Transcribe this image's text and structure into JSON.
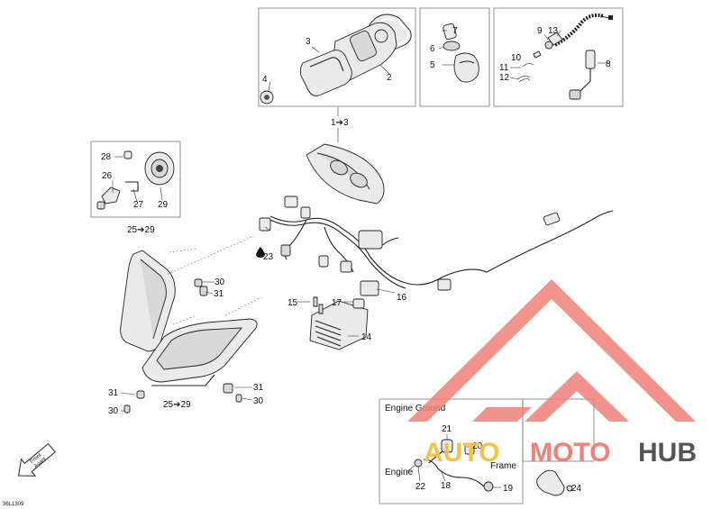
{
  "callouts": [
    {
      "id": "c1",
      "text": "1"
    },
    {
      "id": "c2",
      "text": "2"
    },
    {
      "id": "c3",
      "text": "3"
    },
    {
      "id": "c4",
      "text": "4"
    },
    {
      "id": "c5",
      "text": "5"
    },
    {
      "id": "c6",
      "text": "6"
    },
    {
      "id": "c7",
      "text": "7"
    },
    {
      "id": "c8",
      "text": "8"
    },
    {
      "id": "c9",
      "text": "9"
    },
    {
      "id": "c10",
      "text": "10"
    },
    {
      "id": "c11",
      "text": "11"
    },
    {
      "id": "c12",
      "text": "12"
    },
    {
      "id": "c13",
      "text": "13"
    },
    {
      "id": "c14",
      "text": "14"
    },
    {
      "id": "c15",
      "text": "15"
    },
    {
      "id": "c16",
      "text": "16"
    },
    {
      "id": "c17",
      "text": "17"
    },
    {
      "id": "c18",
      "text": "18"
    },
    {
      "id": "c19",
      "text": "19"
    },
    {
      "id": "c20",
      "text": "20"
    },
    {
      "id": "c21",
      "text": "21"
    },
    {
      "id": "c22",
      "text": "22"
    },
    {
      "id": "c23",
      "text": "23"
    },
    {
      "id": "c24",
      "text": "24"
    },
    {
      "id": "c26",
      "text": "26"
    },
    {
      "id": "c27",
      "text": "27"
    },
    {
      "id": "c28",
      "text": "28"
    },
    {
      "id": "c29",
      "text": "29"
    },
    {
      "id": "c30a",
      "text": "30"
    },
    {
      "id": "c31a",
      "text": "31"
    },
    {
      "id": "c31b",
      "text": "31"
    },
    {
      "id": "c31c",
      "text": "31"
    },
    {
      "id": "c30b",
      "text": "30"
    },
    {
      "id": "c30c",
      "text": "30"
    }
  ],
  "ranges": {
    "r13": "1➔3",
    "r2529a": "25➔29",
    "r2529b": "25➔29"
  },
  "engine_ground": {
    "title": "Engine Ground",
    "engine": "Engine",
    "frame": "Frame"
  },
  "front_arrow": {
    "line1": "Front",
    "line2": "Avant"
  },
  "code": "36L1309",
  "watermark": {
    "part1": "AUTO",
    "part2": "MOTO",
    "part3": "HUB",
    "colors": {
      "logo": "#f08078",
      "auto": "#f4c24a",
      "moto": "#f08078",
      "hub": "#555555"
    }
  }
}
